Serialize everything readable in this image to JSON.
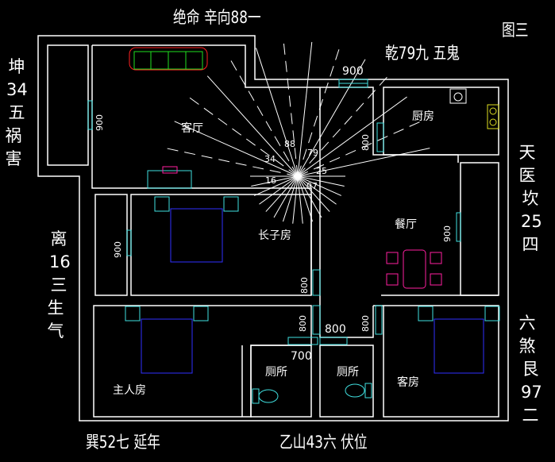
{
  "title": "图三",
  "directions": {
    "top": "绝命 辛向88一",
    "top_right": "乾79九 五鬼",
    "left_top": [
      "坤",
      "34",
      "五",
      "祸害"
    ],
    "left_bottom": [
      "离",
      "16",
      "三",
      "生气"
    ],
    "right_top": [
      "天医",
      "坎",
      "25",
      "四"
    ],
    "right_bottom": [
      "六煞",
      "艮",
      "97",
      "二"
    ],
    "bottom_left": "巽52七  延年",
    "bottom_center": "乙山43六  伏位"
  },
  "rooms": {
    "living": "客厅",
    "kitchen": "厨房",
    "eldest_son": "长子房",
    "dining": "餐厅",
    "master": "主人房",
    "toilet1": "厕所",
    "toilet2": "厕所",
    "guest": "客房"
  },
  "dimensions": {
    "top_window": "900",
    "living_left": "900",
    "kitchen_door": "800",
    "left_room": "900",
    "son_door": "800",
    "dining_right": "900",
    "master_door": "800",
    "hall": "800",
    "guest_door": "800",
    "toilet_door": "700"
  },
  "compass_labels": {
    "n88": "88",
    "n79": "79",
    "n34": "34",
    "n25": "25",
    "n16": "16",
    "n97": "97"
  },
  "colors": {
    "wall": "#ffffff",
    "door": "#40e0e0",
    "bed": "#3030ff",
    "sofa_frame": "#ff2020",
    "sofa": "#20e020",
    "dining_table": "#ff20a0"
  }
}
